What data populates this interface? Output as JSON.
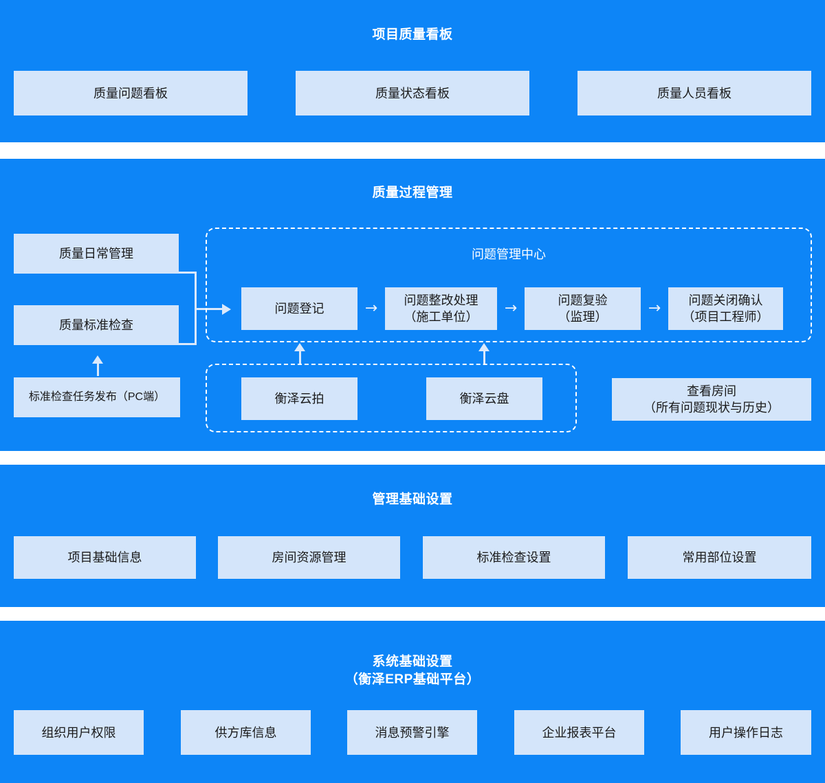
{
  "meta": {
    "accent_blue": "#0d85f7",
    "box_fill": "#d4e5fa",
    "line_color": "#dbe9fb",
    "page_background": "#ffffff"
  },
  "sections": [
    {
      "key": "kanban",
      "title": "项目质量看板",
      "boxes": [
        {
          "label": "质量问题看板"
        },
        {
          "label": "质量状态看板"
        },
        {
          "label": "质量人员看板"
        }
      ]
    },
    {
      "key": "process",
      "title": "质量过程管理",
      "left_boxes": [
        {
          "label": "质量日常管理"
        },
        {
          "label": "质量标准检查"
        },
        {
          "label": "标准检查任务发布（PC端）"
        }
      ],
      "issue_center": {
        "title": "问题管理中心",
        "steps": [
          {
            "line1": "问题登记",
            "line2": ""
          },
          {
            "line1": "问题整改处理",
            "line2": "（施工单位）"
          },
          {
            "line1": "问题复验",
            "line2": "（监理）"
          },
          {
            "line1": "问题关闭确认",
            "line2": "（项目工程师）"
          }
        ],
        "step_connector": "→"
      },
      "cloud_group": {
        "boxes": [
          {
            "label": "衡泽云拍"
          },
          {
            "label": "衡泽云盘"
          }
        ]
      },
      "room_box": {
        "line1": "查看房间",
        "line2": "（所有问题现状与历史）"
      }
    },
    {
      "key": "manage-base",
      "title": "管理基础设置",
      "boxes": [
        {
          "label": "项目基础信息"
        },
        {
          "label": "房间资源管理"
        },
        {
          "label": "标准检查设置"
        },
        {
          "label": "常用部位设置"
        }
      ]
    },
    {
      "key": "system-base",
      "title_line1": "系统基础设置",
      "title_line2": "（衡泽ERP基础平台）",
      "boxes": [
        {
          "label": "组织用户权限"
        },
        {
          "label": "供方库信息"
        },
        {
          "label": "消息预警引擎"
        },
        {
          "label": "企业报表平台"
        },
        {
          "label": "用户操作日志"
        }
      ]
    }
  ]
}
